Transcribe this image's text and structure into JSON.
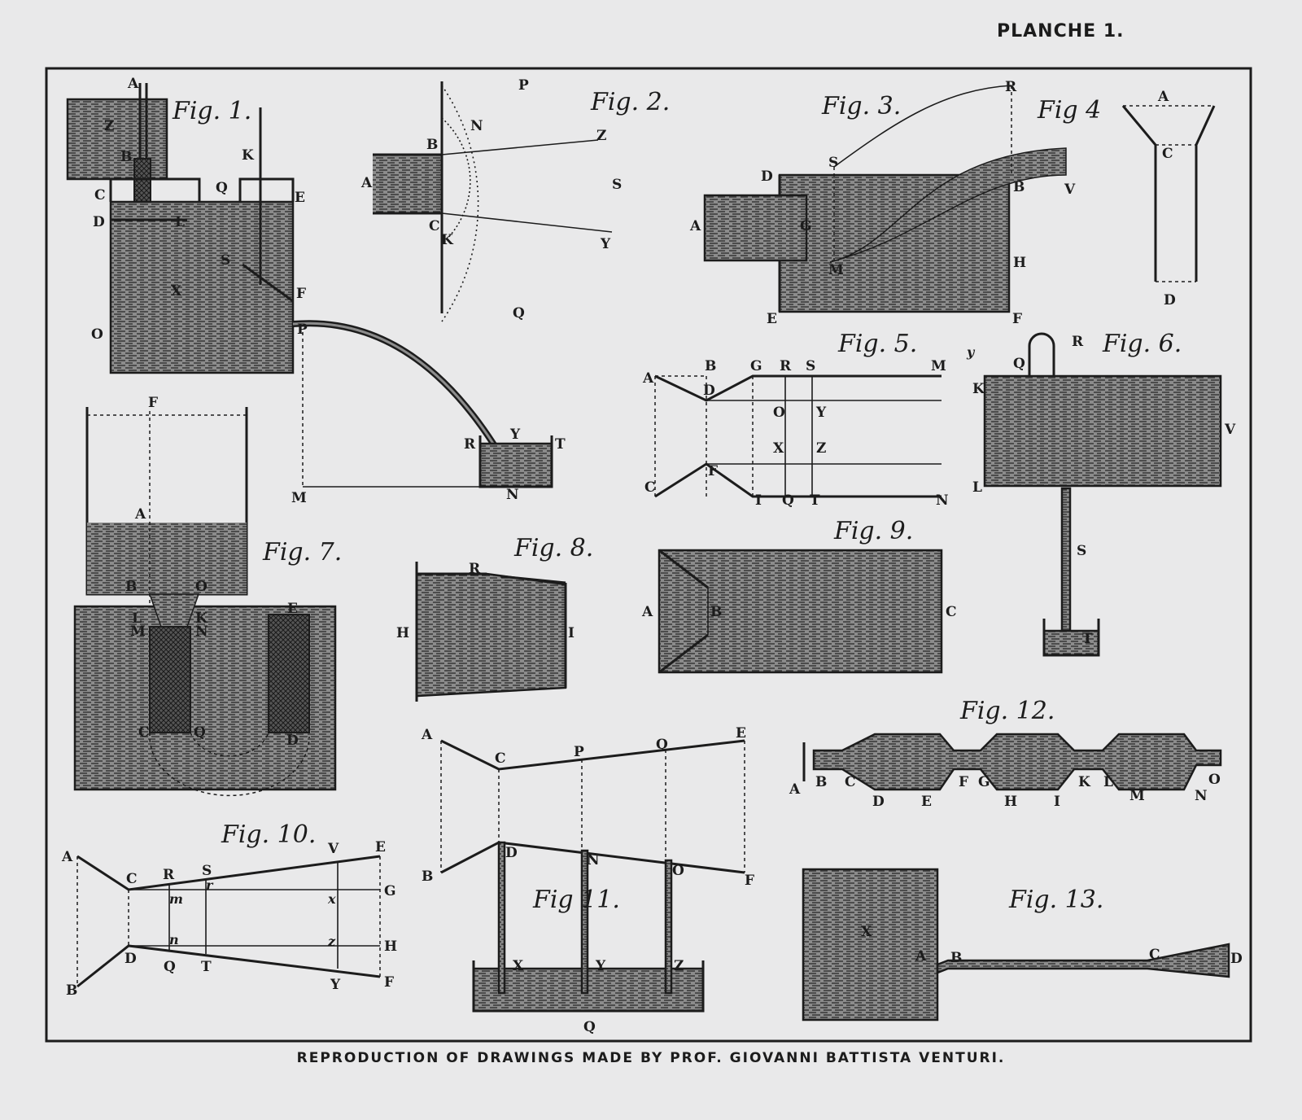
{
  "page": {
    "plate_label": "PLANCHE 1."
  },
  "caption": "REPRODUCTION OF DRAWINGS MADE BY PROF. GIOVANNI BATTISTA VENTURI.",
  "figures": {
    "fig1": {
      "title": "Fig. 1.",
      "letters": [
        "A",
        "Z",
        "B",
        "C",
        "Q",
        "E",
        "K",
        "D",
        "L",
        "S",
        "X",
        "F",
        "O",
        "P",
        "M",
        "R",
        "Y",
        "T",
        "N"
      ]
    },
    "fig2": {
      "title": "Fig. 2.",
      "letters": [
        "P",
        "N",
        "B",
        "Z",
        "A",
        "S",
        "C",
        "K",
        "Y",
        "Q"
      ]
    },
    "fig3": {
      "title": "Fig. 3.",
      "letters": [
        "R",
        "S",
        "D",
        "B",
        "V",
        "A",
        "G",
        "M",
        "H",
        "E",
        "F"
      ]
    },
    "fig4": {
      "title": "Fig 4",
      "letters": [
        "A",
        "C",
        "D"
      ]
    },
    "fig5": {
      "title": "Fig. 5.",
      "letters": [
        "B",
        "G",
        "R",
        "S",
        "M",
        "A",
        "D",
        "O",
        "Y",
        "X",
        "Z",
        "F",
        "C",
        "I",
        "Q",
        "T",
        "N"
      ]
    },
    "fig6": {
      "title": "Fig. 6.",
      "letters": [
        "y",
        "R",
        "Q",
        "K",
        "V",
        "L",
        "S",
        "T"
      ]
    },
    "fig7": {
      "title": "Fig. 7.",
      "letters": [
        "F",
        "A",
        "B",
        "O",
        "L",
        "K",
        "M",
        "N",
        "E",
        "C",
        "Q",
        "D"
      ]
    },
    "fig8": {
      "title": "Fig. 8.",
      "letters": [
        "R",
        "H",
        "I"
      ]
    },
    "fig9": {
      "title": "Fig. 9.",
      "letters": [
        "A",
        "B",
        "C"
      ]
    },
    "fig10": {
      "title": "Fig. 10.",
      "letters": [
        "A",
        "C",
        "R",
        "S",
        "V",
        "E",
        "m",
        "r",
        "x",
        "G",
        "n",
        "z",
        "H",
        "D",
        "Q",
        "T",
        "Y",
        "F",
        "B"
      ]
    },
    "fig11": {
      "title": "Fig 11.",
      "letters": [
        "A",
        "C",
        "P",
        "Q",
        "E",
        "D",
        "N",
        "O",
        "B",
        "F",
        "X",
        "Y",
        "Z",
        "Q"
      ]
    },
    "fig12": {
      "title": "Fig. 12.",
      "letters": [
        "A",
        "B",
        "C",
        "D",
        "E",
        "F",
        "G",
        "H",
        "I",
        "K",
        "L",
        "M",
        "N",
        "O"
      ]
    },
    "fig13": {
      "title": "Fig. 13.",
      "letters": [
        "X",
        "A",
        "B",
        "C",
        "D"
      ]
    }
  }
}
